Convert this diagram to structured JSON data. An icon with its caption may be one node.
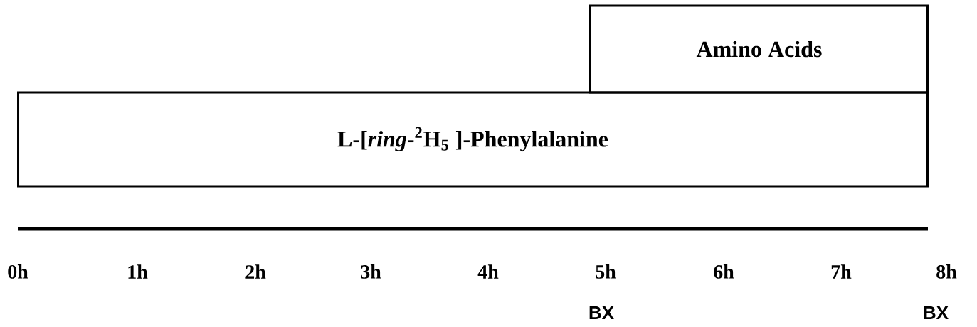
{
  "diagram": {
    "nodes": [
      {
        "text": [
          "Amino Acids"
        ]
      },
      {
        "text": [
          "L-[*ring*-$^{2}$H$_{5}$ ]-Phenylalanine"
        ]
      }
    ],
    "labels": [
      "0h",
      "1h",
      "2h",
      "3h",
      "4h",
      "5h",
      "6h",
      "7h",
      "8h",
      "BX",
      "BX"
    ]
  }
}
